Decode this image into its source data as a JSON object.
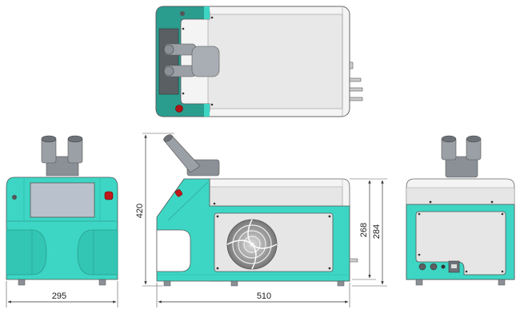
{
  "drawing": {
    "subject": "benchtop laser welding machine with stereo microscope",
    "views": [
      {
        "id": "top",
        "label": "top view"
      },
      {
        "id": "front",
        "label": "front view"
      },
      {
        "id": "side",
        "label": "left side view"
      },
      {
        "id": "back",
        "label": "rear view"
      }
    ],
    "dimensions": {
      "front_width": "295",
      "side_length": "510",
      "overall_height": "420",
      "body_height_inner": "268",
      "body_height_outer": "284"
    },
    "colors": {
      "body_teal": "#3dd6c4",
      "body_teal_dark": "#2fb5a5",
      "top_teal_dark": "#2a9d8f",
      "panel_gray": "#e6e6e6",
      "cover_white": "#f4f4f4",
      "outline": "#555555",
      "screen": "#b9c2cc",
      "estop_red": "#c0181b",
      "microscope_gray": "#8a9096",
      "dim_line": "#333333"
    }
  }
}
